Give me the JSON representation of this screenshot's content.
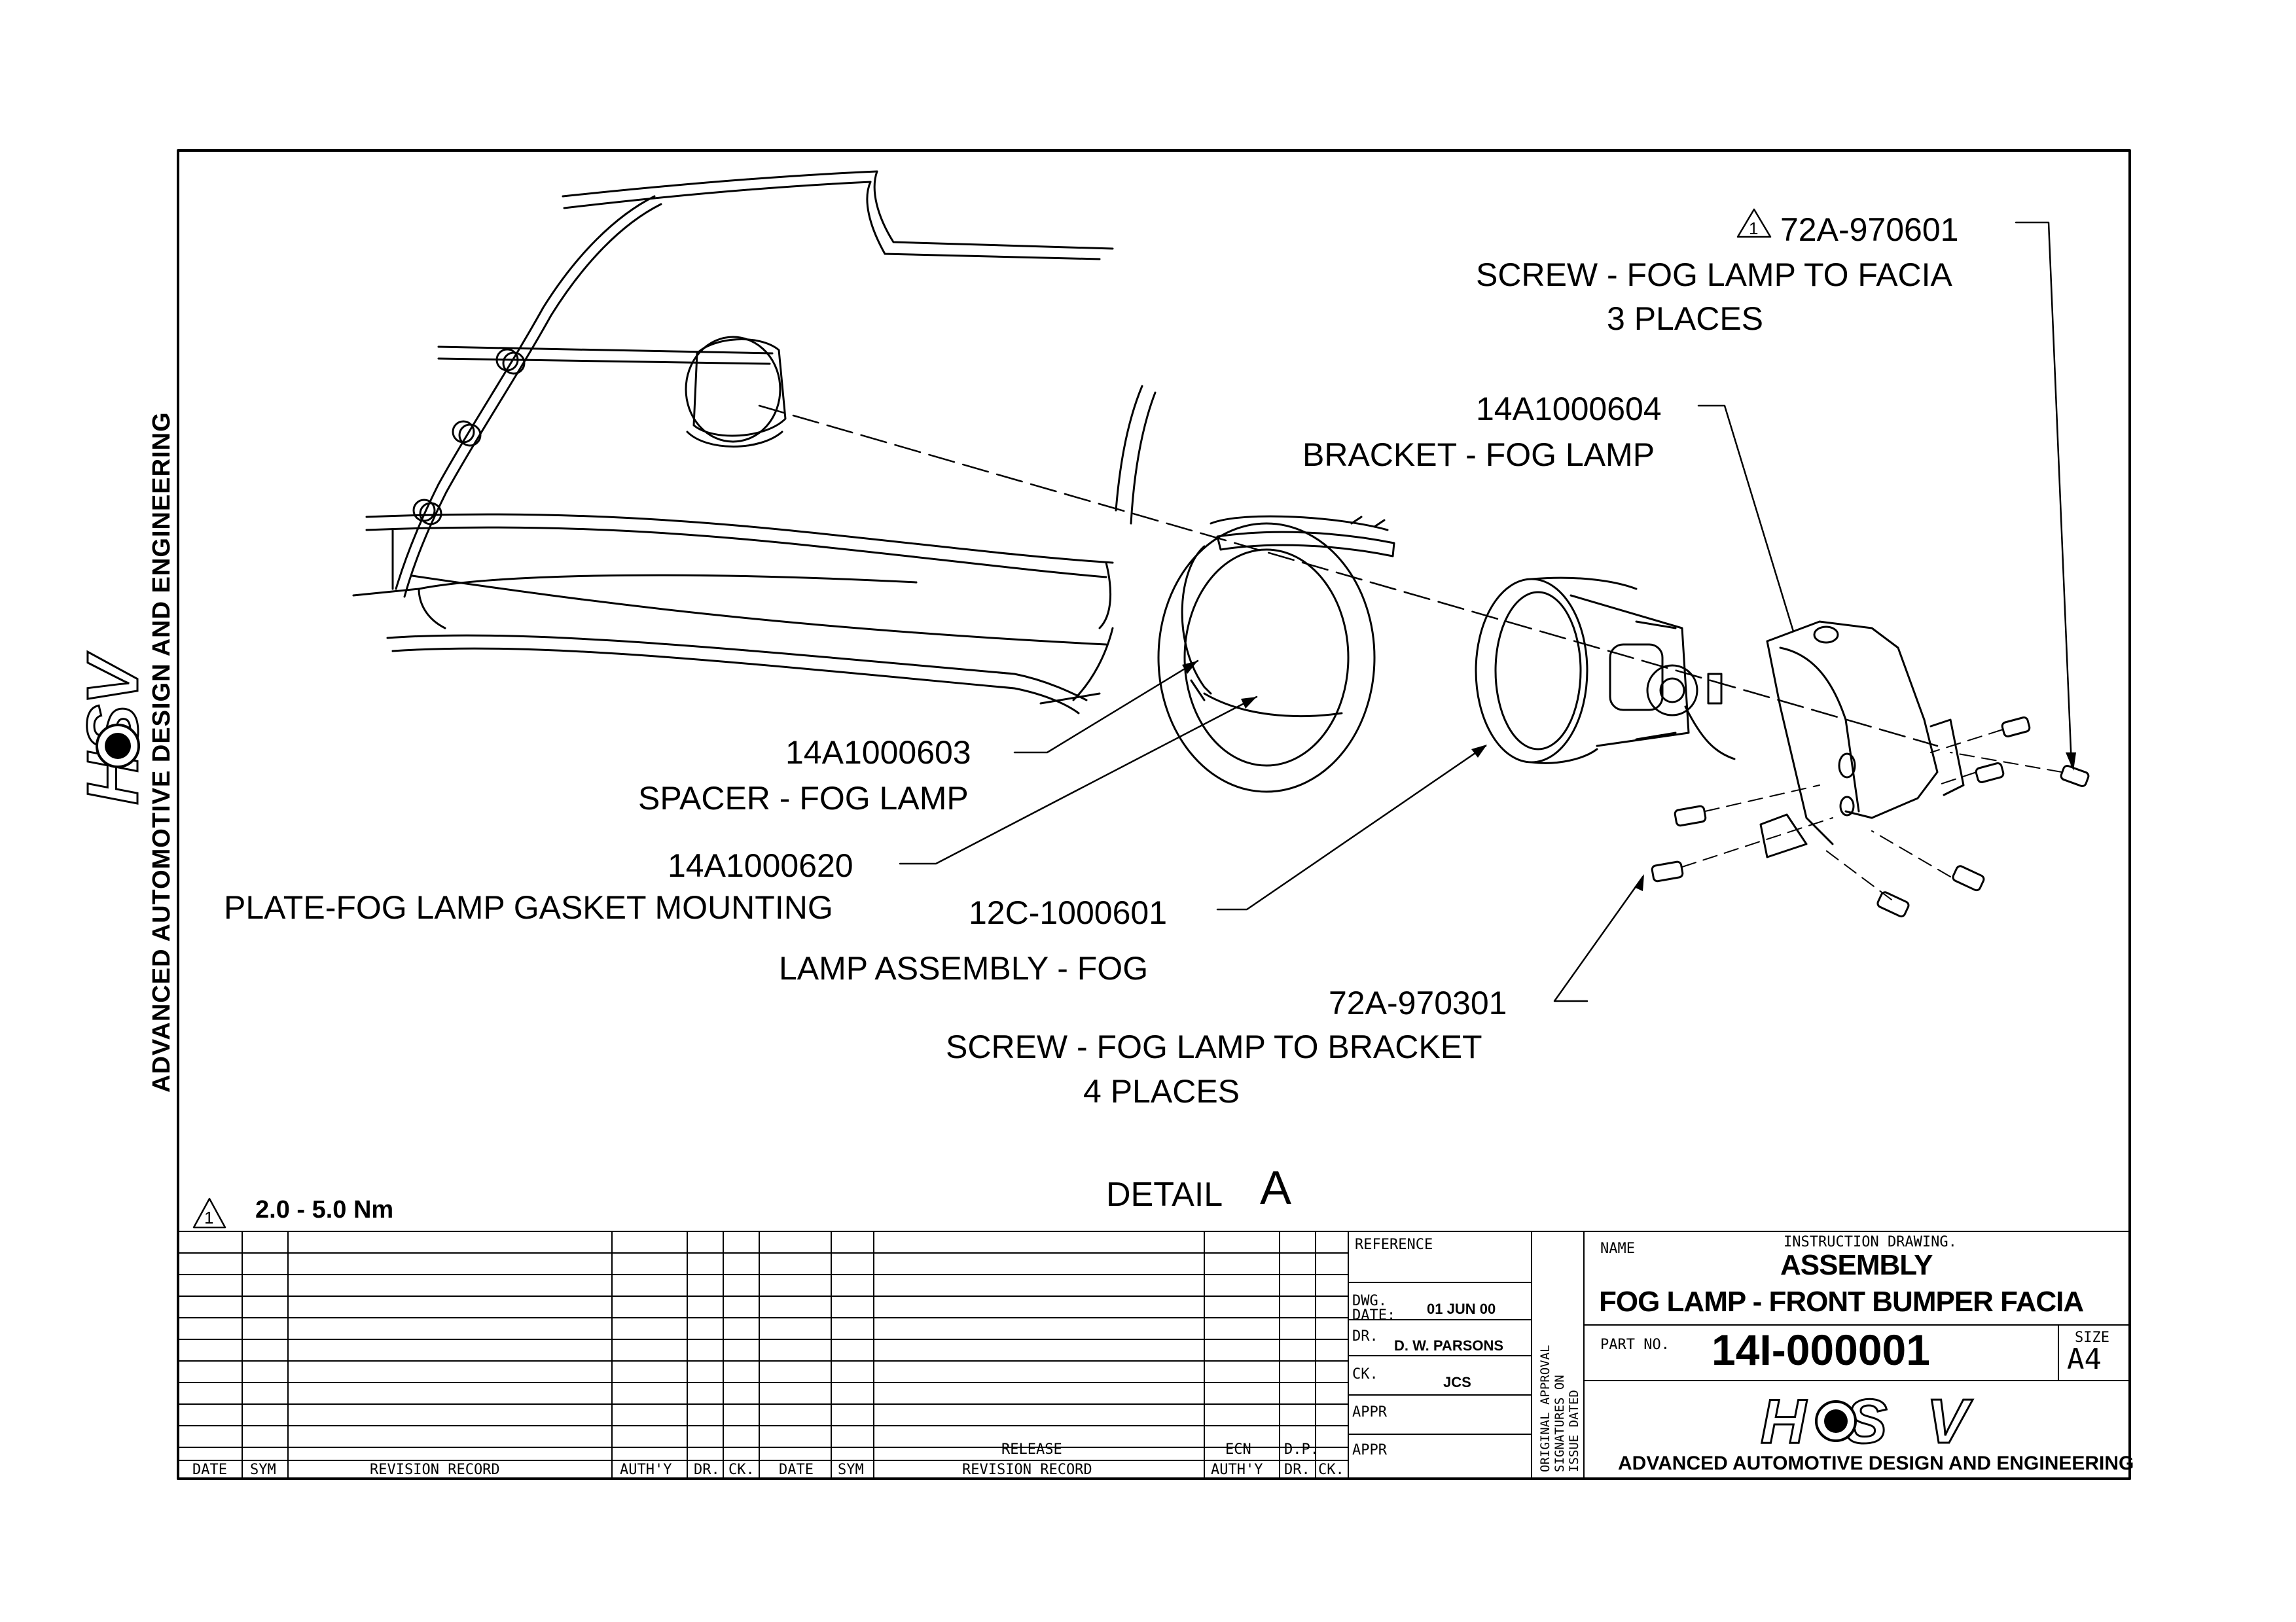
{
  "callouts": {
    "screw_facia_part": "72A-970601",
    "screw_facia_desc": "SCREW - FOG LAMP TO FACIA",
    "screw_facia_qty": "3 PLACES",
    "bracket_part": "14A1000604",
    "bracket_desc": "BRACKET - FOG LAMP",
    "spacer_part": "14A1000603",
    "spacer_desc": "SPACER - FOG LAMP",
    "plate_part": "14A1000620",
    "plate_desc": "PLATE-FOG LAMP GASKET MOUNTING",
    "lamp_part": "12C-1000601",
    "lamp_desc": "LAMP ASSEMBLY - FOG",
    "screw_bracket_part": "72A-970301",
    "screw_bracket_desc": "SCREW - FOG LAMP TO BRACKET",
    "screw_bracket_qty": "4 PLACES",
    "revision_marker": "1"
  },
  "torque_note": "2.0 - 5.0  Nm",
  "detail": {
    "label": "DETAIL",
    "letter": "A"
  },
  "side_text": "ADVANCED AUTOMOTIVE DESIGN AND ENGINEERING",
  "logo_text": "HSV",
  "revision_table": {
    "headers_left": [
      "DATE",
      "SYM",
      "REVISION RECORD",
      "AUTH'Y",
      "DR.",
      "CK."
    ],
    "headers_right": [
      "DATE",
      "SYM",
      "REVISION RECORD",
      "AUTH'Y",
      "DR.",
      "CK."
    ],
    "release_label": "RELEASE",
    "ecn_label": "ECN",
    "dp_label": "D.P."
  },
  "title_block": {
    "reference_label": "REFERENCE",
    "dwg_date_label_1": "DWG.",
    "dwg_date_label_2": "DATE:",
    "dwg_date_value": "01 JUN 00",
    "dr_label": "DR.",
    "dr_value": "D. W. PARSONS",
    "ck_label": "CK.",
    "ck_value": "JCS",
    "appr_label_1": "APPR",
    "appr_label_2": "APPR",
    "approval_note_1": "ORIGINAL APPROVAL",
    "approval_note_2": "SIGNATURES ON",
    "approval_note_3": "ISSUE DATED",
    "name_label": "NAME",
    "instruction_label": "INSTRUCTION DRAWING.",
    "title_line_1": "ASSEMBLY",
    "title_line_2": "FOG LAMP - FRONT BUMPER FACIA",
    "part_no_label": "PART NO.",
    "part_no_value": "14I-000001",
    "size_label": "SIZE",
    "size_value": "A4",
    "company_text": "ADVANCED AUTOMOTIVE DESIGN AND ENGINEERING"
  }
}
